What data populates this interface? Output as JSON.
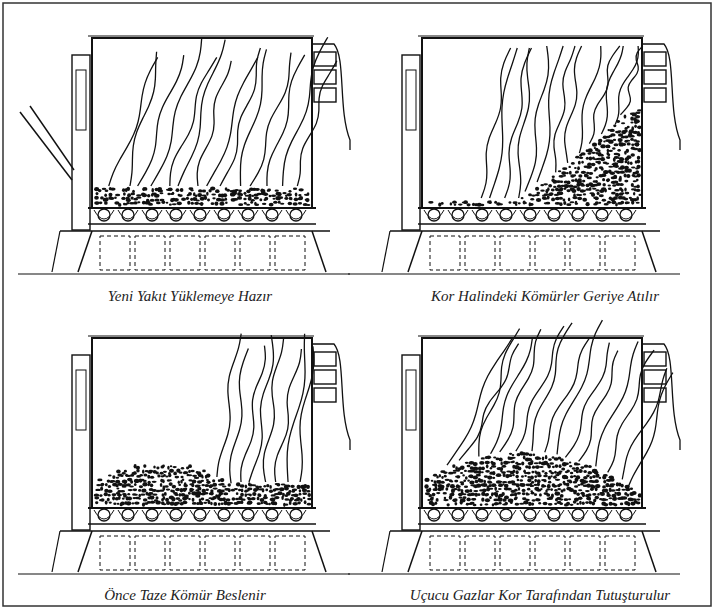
{
  "diagram": {
    "labels": [
      "Yeni Yakıt Yüklemeye Hazır",
      "Kor Halindeki Kömürler Geriye Atılır",
      "Önce Taze Kömür Beslenir",
      "Uçucu Gazlar Kor Tarafından Tutuşturulur"
    ]
  }
}
